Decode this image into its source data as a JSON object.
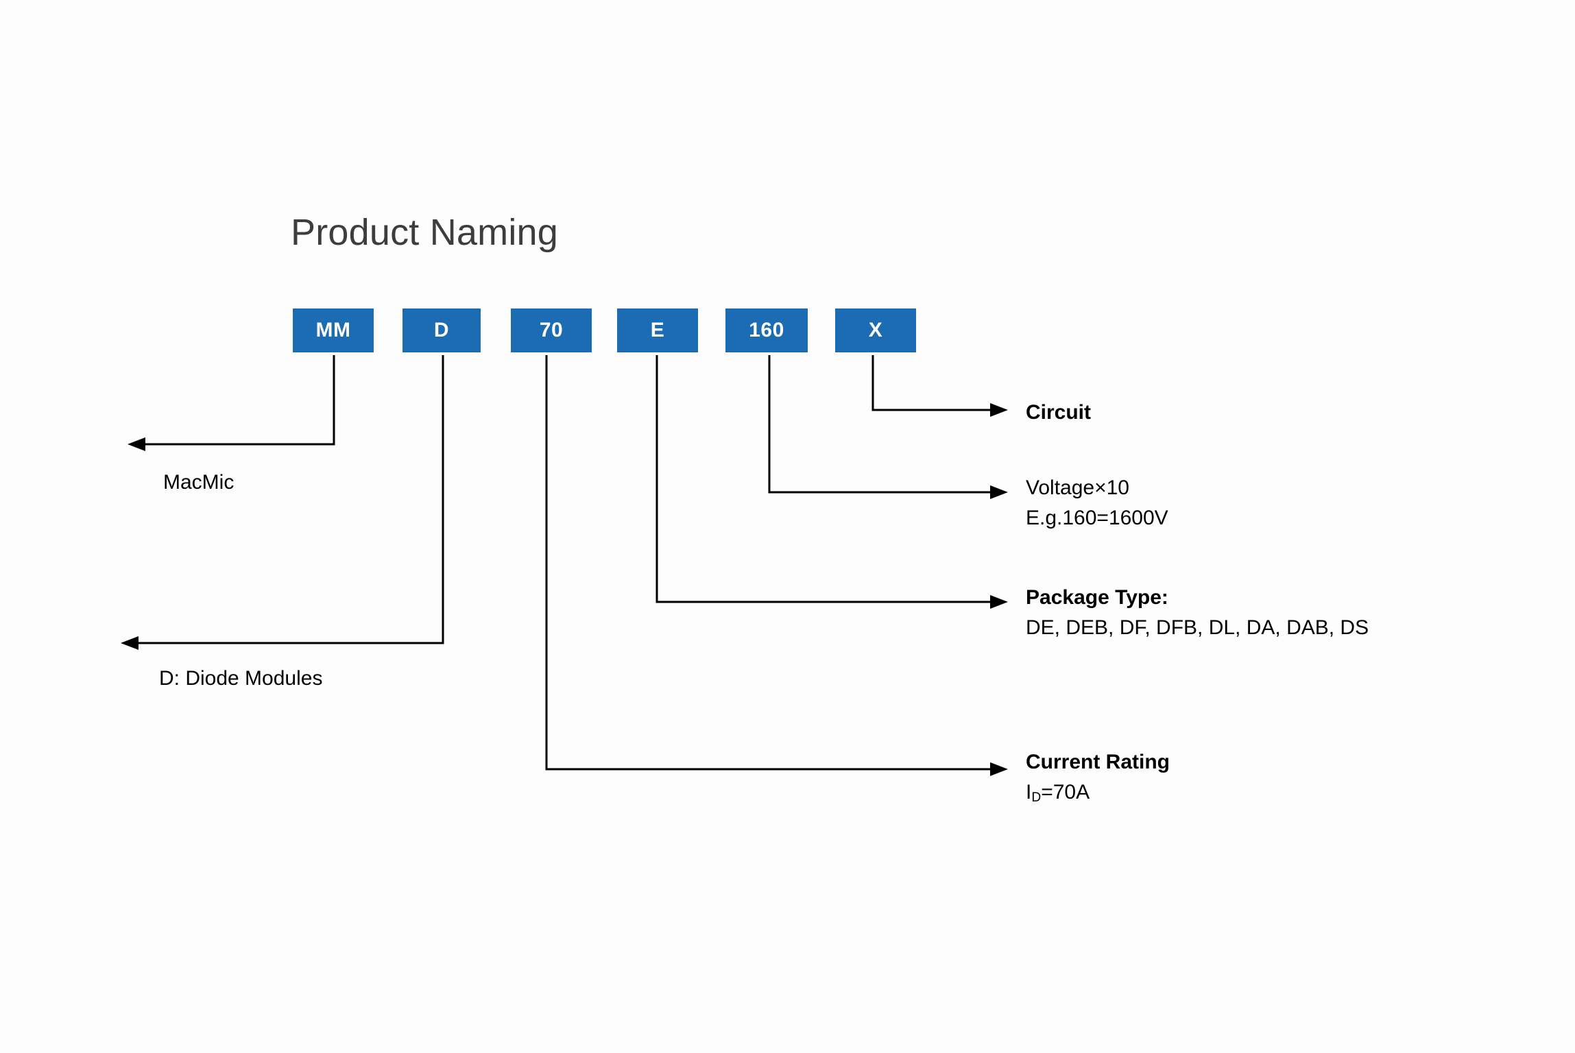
{
  "page": {
    "title": "Product Naming",
    "background_color": "#fdfdfd",
    "box_color": "#1c6cb4",
    "line_color": "#000000",
    "title_color": "#3d3d3d"
  },
  "part_number": {
    "segments": [
      {
        "id": "mm",
        "text": "MM",
        "meaning": "MacMic"
      },
      {
        "id": "d",
        "text": "D",
        "meaning": "D: Diode Modules"
      },
      {
        "id": "70",
        "text": "70",
        "meaning": "Current Rating"
      },
      {
        "id": "e",
        "text": "E",
        "meaning": "Package Type:"
      },
      {
        "id": "160",
        "text": "160",
        "meaning": "Voltage×10"
      },
      {
        "id": "x",
        "text": "X",
        "meaning": "Circuit"
      }
    ]
  },
  "callouts": {
    "macmic": {
      "label": "MacMic",
      "direction": "left"
    },
    "diode": {
      "label": "D: Diode Modules",
      "direction": "left"
    },
    "circuit": {
      "heading": "Circuit",
      "direction": "right"
    },
    "voltage": {
      "line1": "Voltage×10",
      "line2": "E.g.160=1600V",
      "direction": "right"
    },
    "package": {
      "heading": "Package Type:",
      "values": "DE, DEB, DF, DFB, DL, DA, DAB, DS",
      "direction": "right"
    },
    "current": {
      "heading": "Current Rating",
      "symbol": "I",
      "subscript": "D",
      "value": "=70A",
      "direction": "right"
    }
  }
}
